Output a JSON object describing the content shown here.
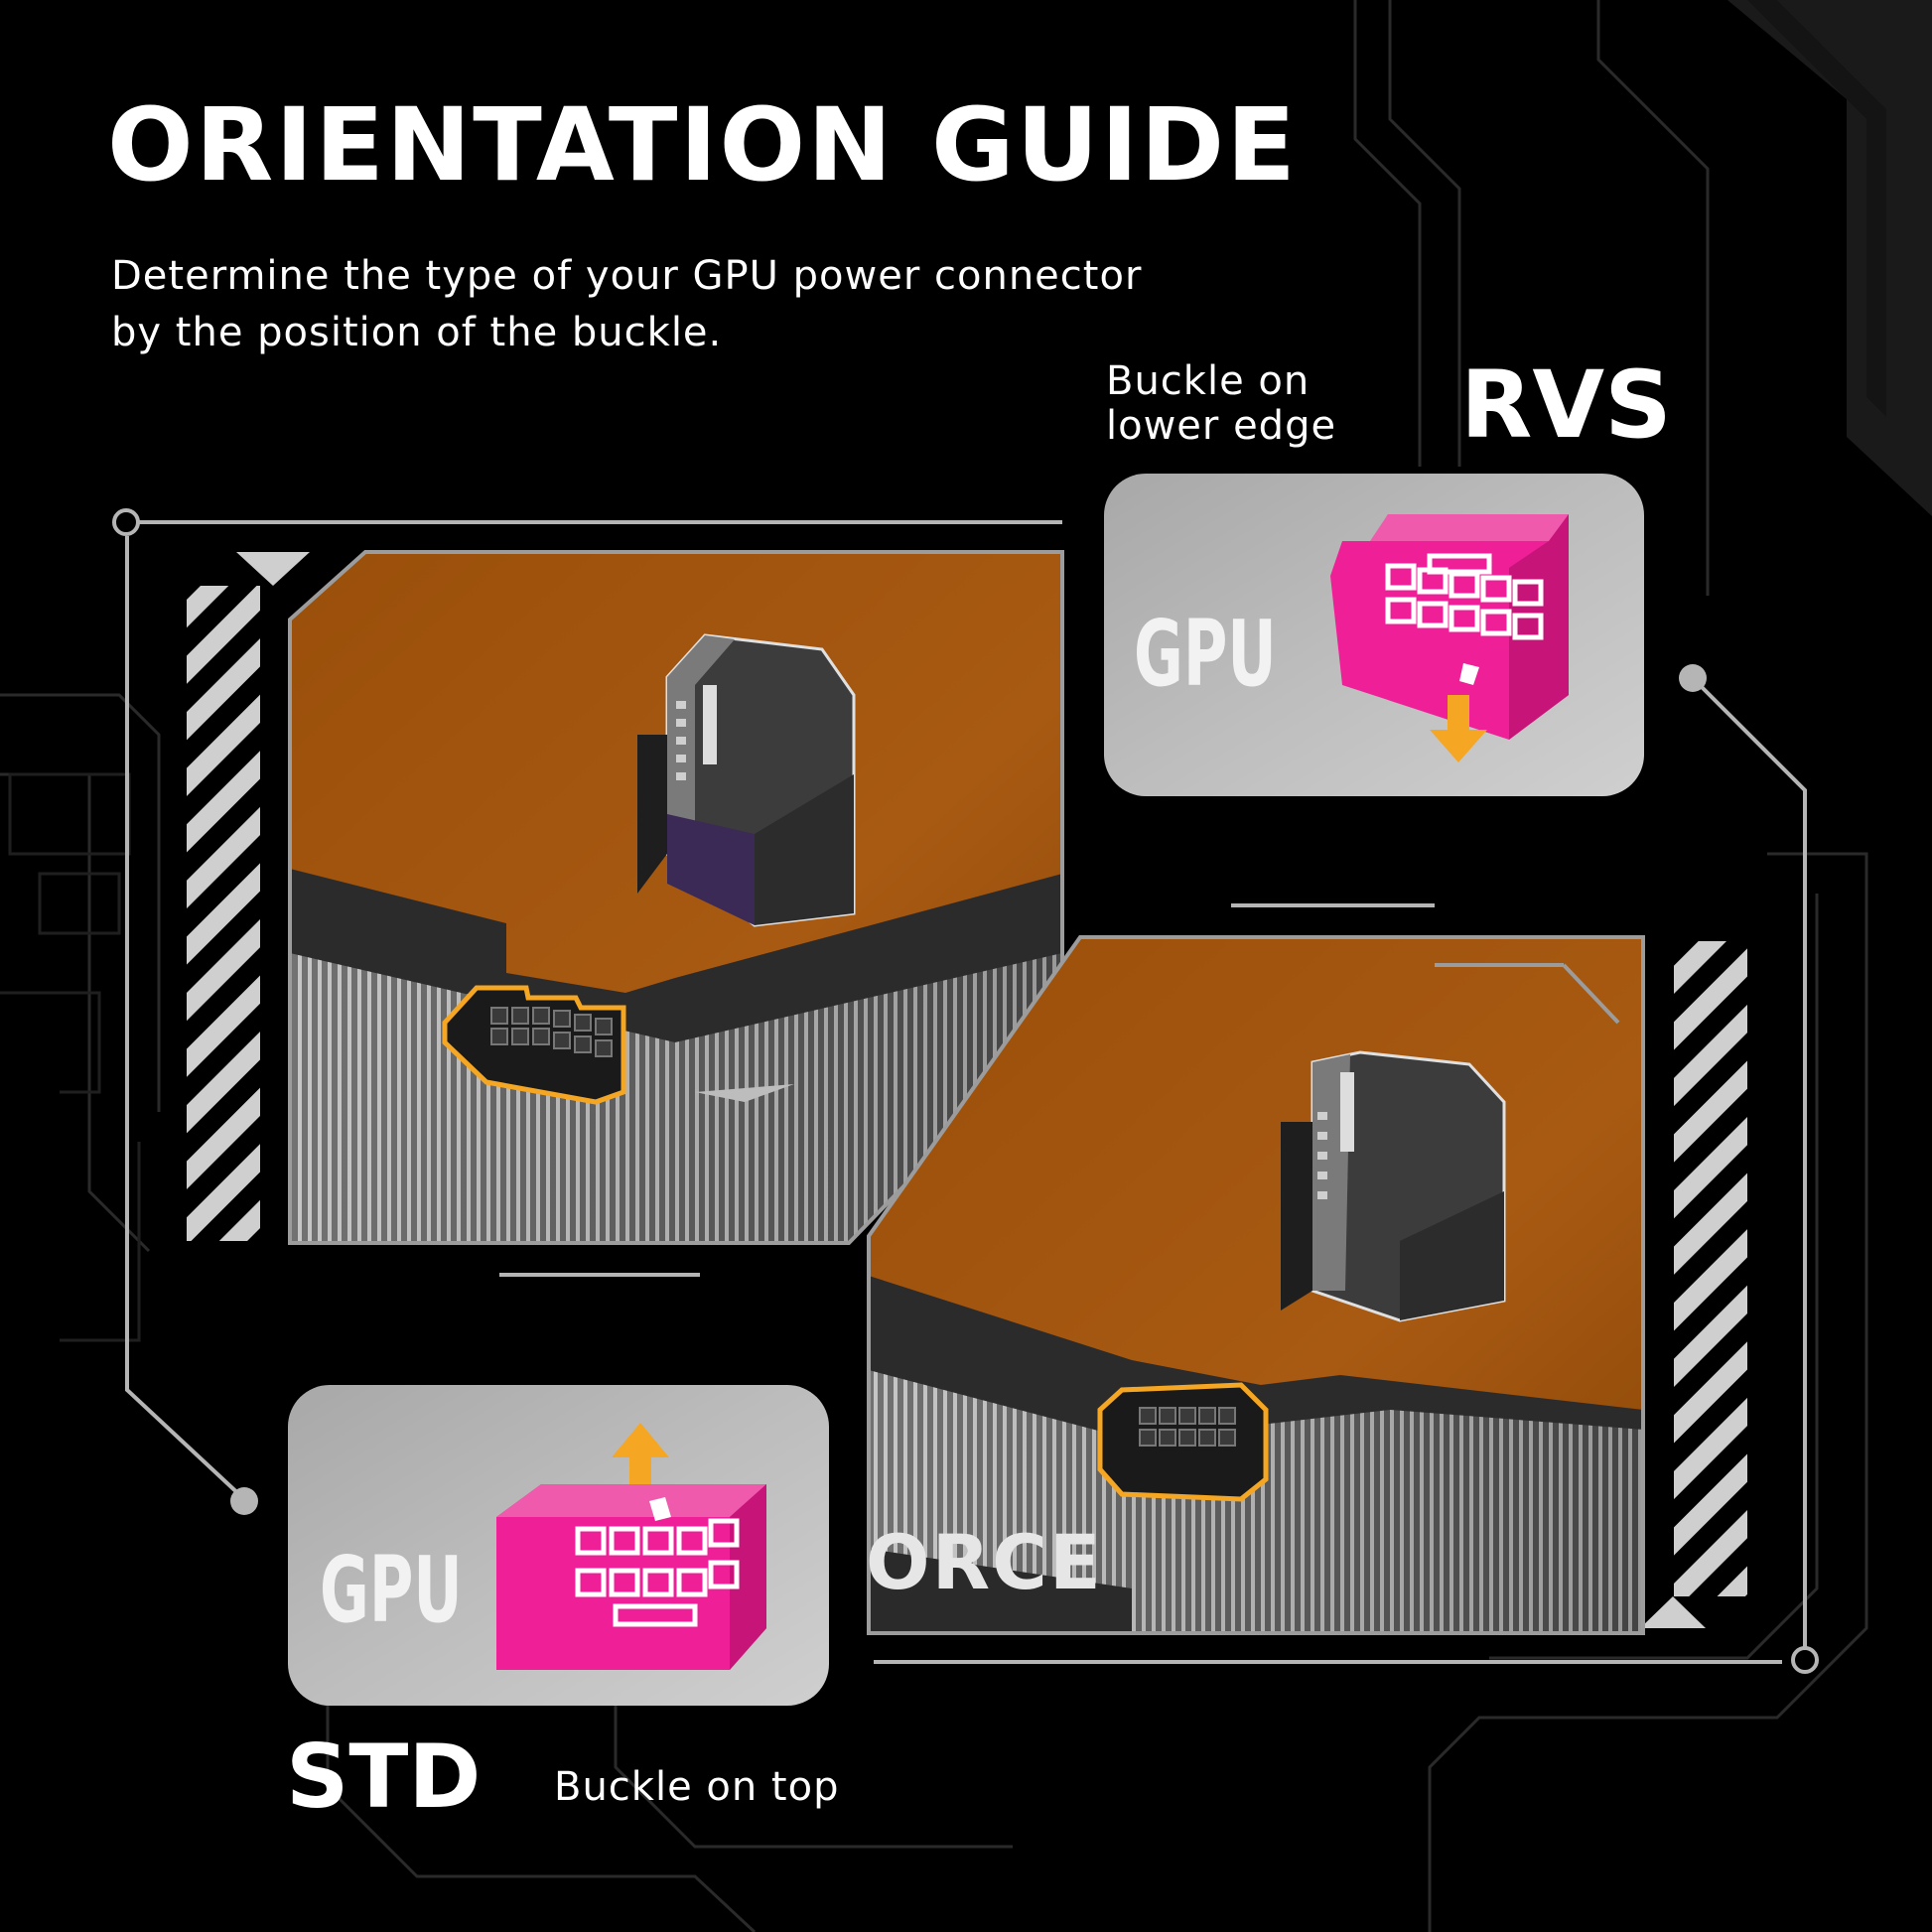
{
  "heading": {
    "title": "ORIENTATION GUIDE",
    "subtitle": "Determine the type of your GPU power connector by the position of the buckle."
  },
  "rvs": {
    "label": "RVS",
    "note": "Buckle on lower edge",
    "card_text": "GPU",
    "connector_color": "#ee1f97",
    "arrow_direction": "down"
  },
  "std": {
    "label": "STD",
    "note": "Buckle on top",
    "card_text": "GPU",
    "connector_color": "#ee1f97",
    "arrow_direction": "up"
  },
  "photo": {
    "card_branding": "ORCE",
    "highlight_color": "#f5a623"
  },
  "colors": {
    "background": "#000000",
    "photo_background": "#a85a12",
    "card_background": "#b8b8b8",
    "arrow": "#f5a623",
    "accent_lines": "#b5b5b5"
  }
}
